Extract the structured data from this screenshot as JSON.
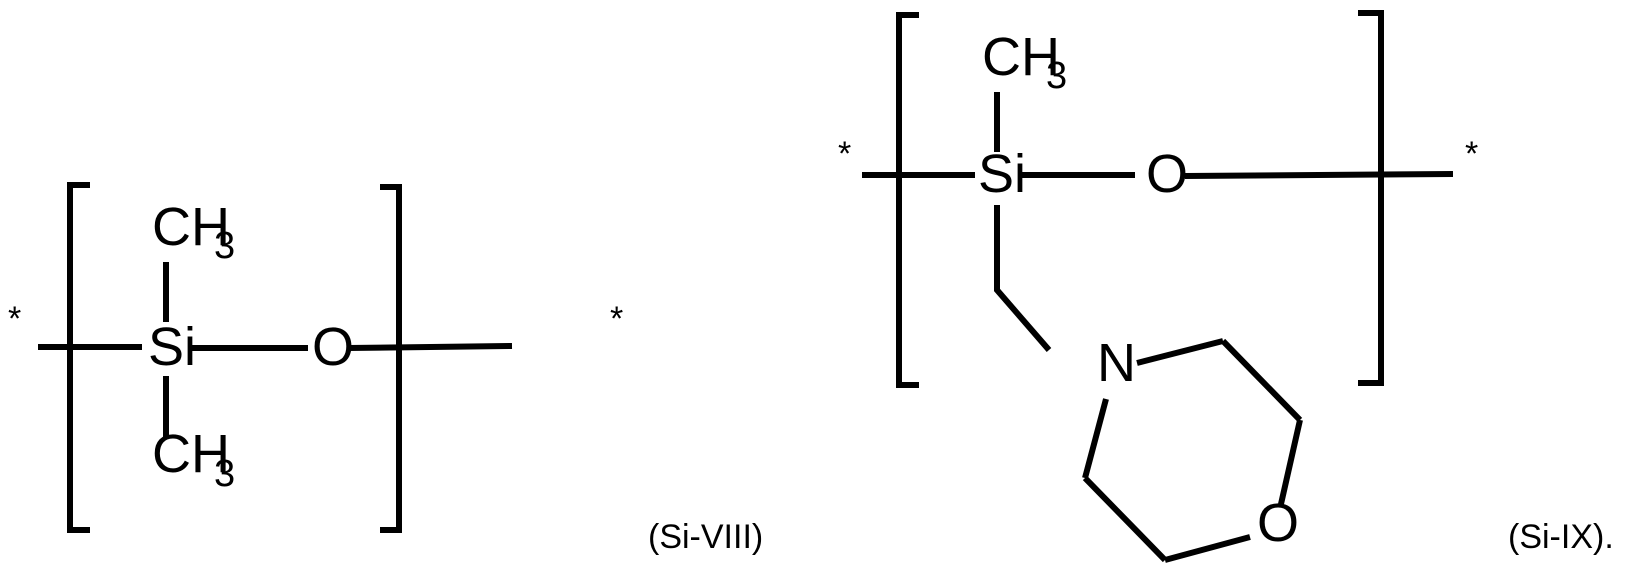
{
  "figure": {
    "structures": [
      {
        "id": "si-viii",
        "label": "(Si-VIII)",
        "atoms": {
          "si": "Si",
          "o": "O",
          "top_group": "CH",
          "top_sub": "3",
          "bottom_group": "CH",
          "bottom_sub": "3"
        },
        "end_marks": {
          "left": "*",
          "right": "*"
        }
      },
      {
        "id": "si-ix",
        "label": "(Si-IX).",
        "atoms": {
          "si": "Si",
          "o": "O",
          "top_group": "CH",
          "top_sub": "3",
          "ring_n": "N",
          "ring_o": "O"
        },
        "end_marks": {
          "left": "*",
          "right": "*"
        }
      }
    ]
  }
}
